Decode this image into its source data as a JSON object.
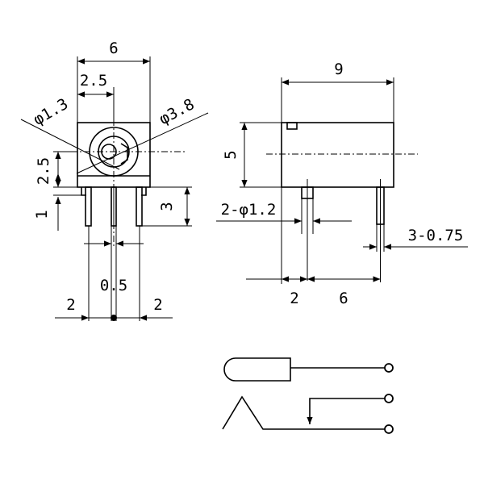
{
  "front_view": {
    "width": "6",
    "hole_offset": "2.5",
    "small_bore": "φ1.3",
    "large_bore": "φ3.8",
    "center_height": "2.5",
    "base_step": "1",
    "pin_length": "3",
    "pin_offset": "0.5",
    "left_pitch": "2",
    "right_pitch": "2"
  },
  "side_view": {
    "length": "9",
    "height": "5",
    "front_pin_dia": "2-φ1.2",
    "rear_pin_dia": "3-0.75",
    "pin_pitch_a": "2",
    "pin_pitch_b": "6"
  }
}
